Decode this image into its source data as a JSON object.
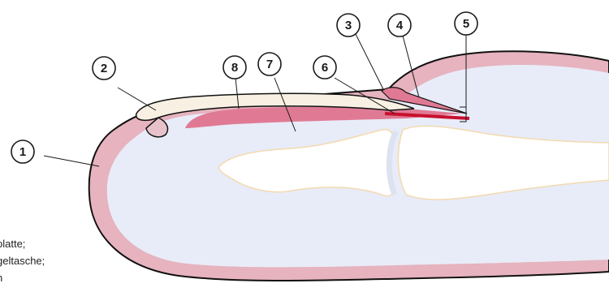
{
  "diagram": {
    "callouts": [
      {
        "id": "1",
        "label": "1"
      },
      {
        "id": "2",
        "label": "2"
      },
      {
        "id": "3",
        "label": "3"
      },
      {
        "id": "4",
        "label": "4"
      },
      {
        "id": "5",
        "label": "5"
      },
      {
        "id": "6",
        "label": "6"
      },
      {
        "id": "7",
        "label": "7"
      },
      {
        "id": "8",
        "label": "8"
      }
    ],
    "legend": {
      "lines": [
        "platte;",
        "geltasche;",
        "n"
      ]
    },
    "colors": {
      "skin_outer": "#e6b3be",
      "skin_inner": "#e8ecf8",
      "bone": "#ffffff",
      "bone_outline": "#f3d9b0",
      "nail_plate": "#f7f0e3",
      "nail_bed": "#e07a94",
      "matrix": "#c8102e",
      "outline": "#111111"
    }
  }
}
